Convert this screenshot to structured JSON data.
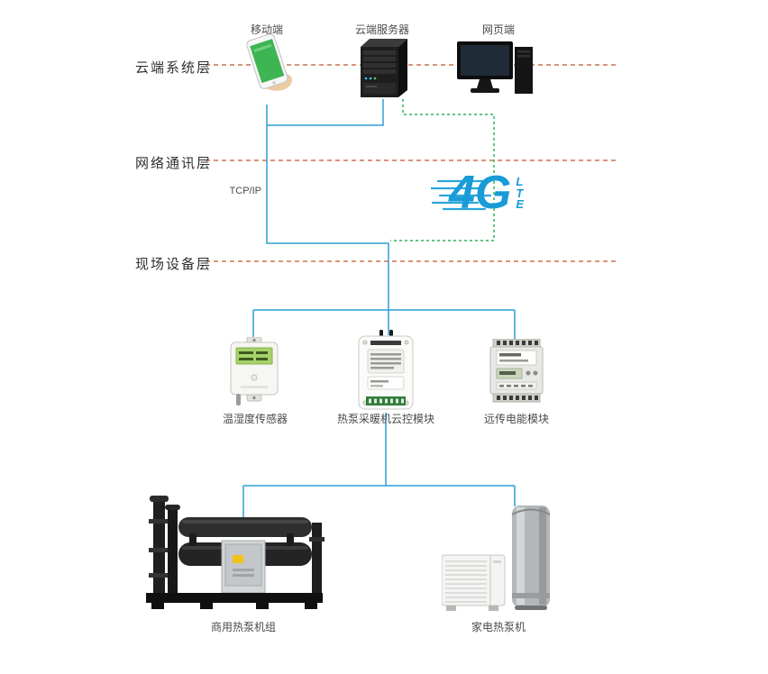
{
  "layers": [
    {
      "id": "cloud",
      "label": "云端系统层"
    },
    {
      "id": "network",
      "label": "网络通讯层"
    },
    {
      "id": "field",
      "label": "现场设备层"
    }
  ],
  "cloud_nodes": {
    "mobile": {
      "label": "移动端"
    },
    "server": {
      "label": "云端服务器"
    },
    "web": {
      "label": "网页端"
    }
  },
  "network": {
    "protocol_label": "TCP/IP",
    "logo_main": "4G",
    "logo_sub": "LTE"
  },
  "field_nodes": {
    "sensor": {
      "label": "温湿度传感器"
    },
    "controller": {
      "label": "热泵采暖机云控模块"
    },
    "meter": {
      "label": "远传电能模块"
    }
  },
  "equipment_nodes": {
    "commercial": {
      "label": "商用热泵机组"
    },
    "home": {
      "label": "家电热泵机"
    }
  },
  "colors": {
    "layer_divider": "#c0562a",
    "wire_blue": "#2f9fd6",
    "wire_green": "#2fb45a",
    "logo_blue": "#189bd6"
  }
}
